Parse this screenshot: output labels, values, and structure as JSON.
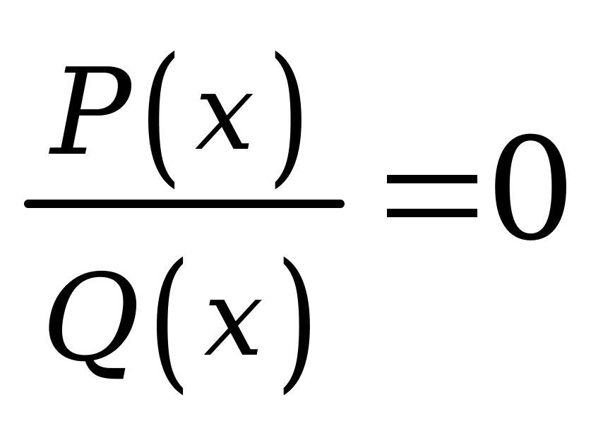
{
  "equation": {
    "numerator": {
      "function": "P",
      "open_paren": "(",
      "variable": "x",
      "close_paren": ")"
    },
    "denominator": {
      "function": "Q",
      "open_paren": "(",
      "variable": "x",
      "close_paren": ")"
    },
    "equals": "=",
    "rhs": "0"
  }
}
